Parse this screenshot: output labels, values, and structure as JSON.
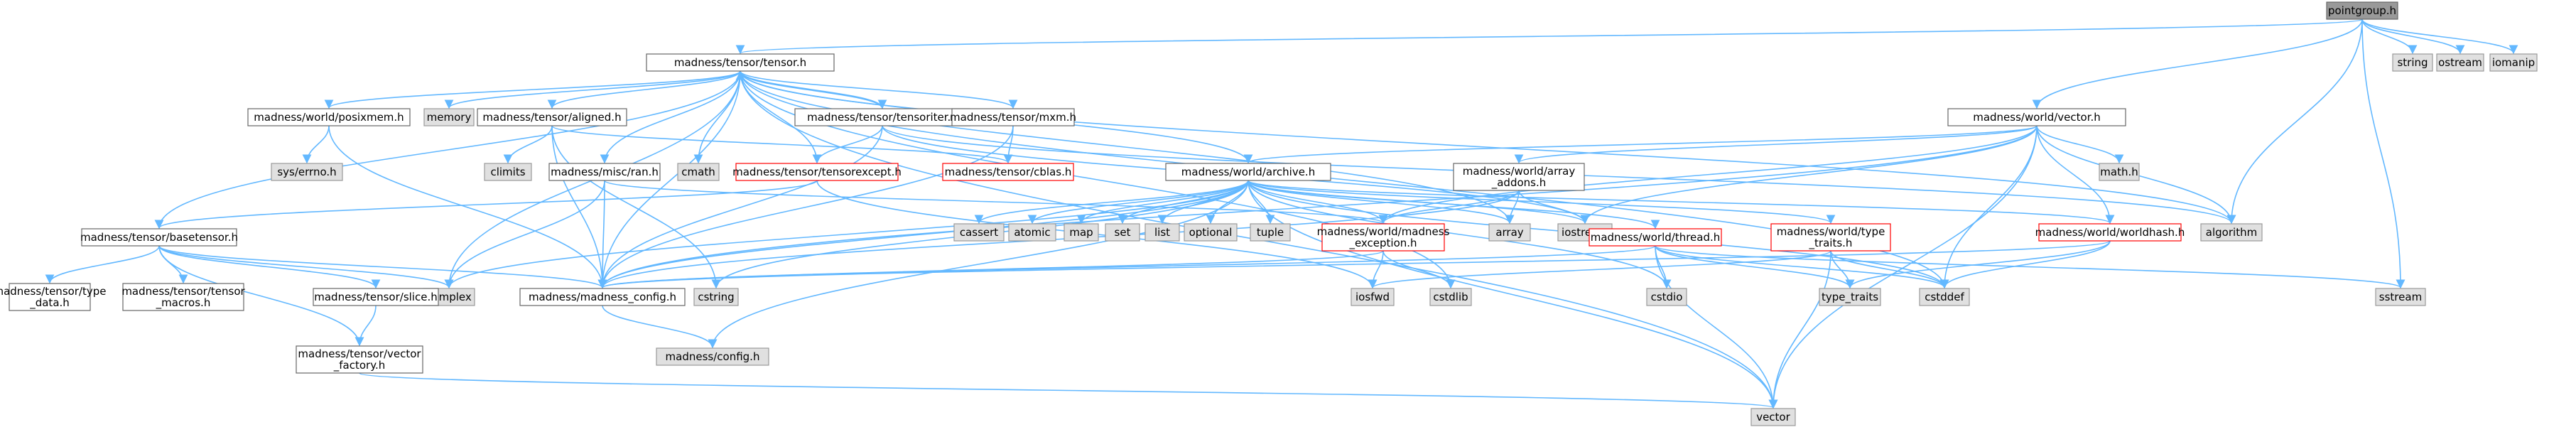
{
  "colors": {
    "root_fill": "#999999",
    "node_fill": "#ffffff",
    "node_stroke": "#666666",
    "incomplete_stroke": "#ff0000",
    "system_fill": "#e0e0e0",
    "system_stroke": "#999999",
    "edge": "#63b8ff"
  },
  "nodes": {
    "pointgroup": {
      "label": [
        "pointgroup.h"
      ],
      "kind": "root"
    },
    "string": {
      "label": [
        "string"
      ],
      "kind": "system"
    },
    "ostream": {
      "label": [
        "ostream"
      ],
      "kind": "system"
    },
    "iomanip": {
      "label": [
        "iomanip"
      ],
      "kind": "system"
    },
    "tensor": {
      "label": [
        "madness/tensor/tensor.h"
      ],
      "kind": "normal"
    },
    "vectorh": {
      "label": [
        "madness/world/vector.h"
      ],
      "kind": "normal"
    },
    "memory": {
      "label": [
        "memory"
      ],
      "kind": "system"
    },
    "posixmem": {
      "label": [
        "madness/world/posixmem.h"
      ],
      "kind": "normal"
    },
    "aligned": {
      "label": [
        "madness/tensor/aligned.h"
      ],
      "kind": "normal"
    },
    "tensoriter": {
      "label": [
        "madness/tensor/tensoriter.h"
      ],
      "kind": "normal"
    },
    "mxm": {
      "label": [
        "madness/tensor/mxm.h"
      ],
      "kind": "normal"
    },
    "syserrno": {
      "label": [
        "sys/errno.h"
      ],
      "kind": "system"
    },
    "climits": {
      "label": [
        "climits"
      ],
      "kind": "system"
    },
    "cmath": {
      "label": [
        "cmath"
      ],
      "kind": "system"
    },
    "tensorexcept": {
      "label": [
        "madness/tensor/tensorexcept.h"
      ],
      "kind": "incomplete"
    },
    "cblas": {
      "label": [
        "madness/tensor/cblas.h"
      ],
      "kind": "incomplete"
    },
    "ran": {
      "label": [
        "madness/misc/ran.h"
      ],
      "kind": "normal"
    },
    "archive": {
      "label": [
        "madness/world/archive.h"
      ],
      "kind": "normal"
    },
    "arrayaddons": {
      "label": [
        "madness/world/array",
        "_addons.h"
      ],
      "kind": "normal"
    },
    "mathh": {
      "label": [
        "math.h"
      ],
      "kind": "system"
    },
    "basetensor": {
      "label": [
        "madness/tensor/basetensor.h"
      ],
      "kind": "normal"
    },
    "cassert": {
      "label": [
        "cassert"
      ],
      "kind": "system"
    },
    "atomic": {
      "label": [
        "atomic"
      ],
      "kind": "system"
    },
    "map": {
      "label": [
        "map"
      ],
      "kind": "system"
    },
    "set": {
      "label": [
        "set"
      ],
      "kind": "system"
    },
    "list": {
      "label": [
        "list"
      ],
      "kind": "system"
    },
    "optional": {
      "label": [
        "optional"
      ],
      "kind": "system"
    },
    "tuple": {
      "label": [
        "tuple"
      ],
      "kind": "system"
    },
    "madexcept": {
      "label": [
        "madness/world/madness",
        "_exception.h"
      ],
      "kind": "incomplete"
    },
    "arrayh": {
      "label": [
        "array"
      ],
      "kind": "system"
    },
    "iostream": {
      "label": [
        "iostream"
      ],
      "kind": "system"
    },
    "typetraitsw": {
      "label": [
        "madness/world/type",
        "_traits.h"
      ],
      "kind": "incomplete"
    },
    "worldhash": {
      "label": [
        "madness/world/worldhash.h"
      ],
      "kind": "incomplete"
    },
    "algorithm": {
      "label": [
        "algorithm"
      ],
      "kind": "system"
    },
    "thread": {
      "label": [
        "madness/world/thread.h"
      ],
      "kind": "incomplete"
    },
    "typedata": {
      "label": [
        "madness/tensor/type",
        "_data.h"
      ],
      "kind": "normal"
    },
    "tensormacros": {
      "label": [
        "madness/tensor/tensor",
        "_macros.h"
      ],
      "kind": "normal"
    },
    "complex": {
      "label": [
        "complex"
      ],
      "kind": "system"
    },
    "madconfig": {
      "label": [
        "madness/madness_config.h"
      ],
      "kind": "normal"
    },
    "slice": {
      "label": [
        "madness/tensor/slice.h"
      ],
      "kind": "normal"
    },
    "cstring": {
      "label": [
        "cstring"
      ],
      "kind": "system"
    },
    "iosfwd": {
      "label": [
        "iosfwd"
      ],
      "kind": "system"
    },
    "cstdlib": {
      "label": [
        "cstdlib"
      ],
      "kind": "system"
    },
    "cstdio": {
      "label": [
        "cstdio"
      ],
      "kind": "system"
    },
    "typetraits": {
      "label": [
        "type_traits"
      ],
      "kind": "system"
    },
    "cstddef": {
      "label": [
        "cstddef"
      ],
      "kind": "system"
    },
    "sstream": {
      "label": [
        "sstream"
      ],
      "kind": "system"
    },
    "vectorfactory": {
      "label": [
        "madness/tensor/vector",
        "_factory.h"
      ],
      "kind": "normal"
    },
    "config": {
      "label": [
        "madness/config.h"
      ],
      "kind": "system"
    },
    "vector": {
      "label": [
        "vector"
      ],
      "kind": "system"
    }
  },
  "edges": [
    [
      "pointgroup",
      "string"
    ],
    [
      "pointgroup",
      "ostream"
    ],
    [
      "pointgroup",
      "iomanip"
    ],
    [
      "pointgroup",
      "tensor"
    ],
    [
      "pointgroup",
      "vectorh"
    ],
    [
      "pointgroup",
      "algorithm"
    ],
    [
      "pointgroup",
      "sstream"
    ],
    [
      "tensor",
      "memory"
    ],
    [
      "tensor",
      "posixmem"
    ],
    [
      "tensor",
      "aligned"
    ],
    [
      "tensor",
      "tensoriter"
    ],
    [
      "tensor",
      "mxm"
    ],
    [
      "tensor",
      "cmath"
    ],
    [
      "tensor",
      "tensorexcept"
    ],
    [
      "tensor",
      "ran"
    ],
    [
      "tensor",
      "archive"
    ],
    [
      "tensor",
      "basetensor"
    ],
    [
      "tensor",
      "complex"
    ],
    [
      "tensor",
      "madconfig"
    ],
    [
      "tensor",
      "arrayh"
    ],
    [
      "tensor",
      "cstdlib"
    ],
    [
      "tensor",
      "cstddef"
    ],
    [
      "tensor",
      "vector"
    ],
    [
      "tensor",
      "algorithm"
    ],
    [
      "posixmem",
      "syserrno"
    ],
    [
      "posixmem",
      "madconfig"
    ],
    [
      "aligned",
      "climits"
    ],
    [
      "aligned",
      "cblas"
    ],
    [
      "aligned",
      "madconfig"
    ],
    [
      "aligned",
      "cstring"
    ],
    [
      "tensoriter",
      "tensor"
    ],
    [
      "tensoriter",
      "tensorexcept"
    ],
    [
      "tensoriter",
      "iostream"
    ],
    [
      "tensoriter",
      "algorithm"
    ],
    [
      "tensoriter",
      "madconfig"
    ],
    [
      "mxm",
      "cblas"
    ],
    [
      "mxm",
      "madconfig"
    ],
    [
      "ran",
      "madexcept"
    ],
    [
      "ran",
      "madconfig"
    ],
    [
      "ran",
      "complex"
    ],
    [
      "tensorexcept",
      "basetensor"
    ],
    [
      "tensorexcept",
      "iosfwd"
    ],
    [
      "archive",
      "cassert"
    ],
    [
      "archive",
      "atomic"
    ],
    [
      "archive",
      "map"
    ],
    [
      "archive",
      "set"
    ],
    [
      "archive",
      "list"
    ],
    [
      "archive",
      "optional"
    ],
    [
      "archive",
      "tuple"
    ],
    [
      "archive",
      "madexcept"
    ],
    [
      "archive",
      "arrayh"
    ],
    [
      "archive",
      "iostream"
    ],
    [
      "archive",
      "typetraitsw"
    ],
    [
      "archive",
      "worldhash"
    ],
    [
      "archive",
      "thread"
    ],
    [
      "archive",
      "madconfig"
    ],
    [
      "archive",
      "complex"
    ],
    [
      "archive",
      "cstring"
    ],
    [
      "archive",
      "cstdio"
    ],
    [
      "archive",
      "cstddef"
    ],
    [
      "archive",
      "config"
    ],
    [
      "archive",
      "vector"
    ],
    [
      "vectorh",
      "archive"
    ],
    [
      "vectorh",
      "arrayaddons"
    ],
    [
      "vectorh",
      "mathh"
    ],
    [
      "vectorh",
      "iostream"
    ],
    [
      "vectorh",
      "algorithm"
    ],
    [
      "vectorh",
      "worldhash"
    ],
    [
      "vectorh",
      "madexcept"
    ],
    [
      "vectorh",
      "madconfig"
    ],
    [
      "vectorh",
      "vector"
    ],
    [
      "vectorh",
      "cstddef"
    ],
    [
      "arrayaddons",
      "arrayh"
    ],
    [
      "arrayaddons",
      "madexcept"
    ],
    [
      "arrayaddons",
      "iostream"
    ],
    [
      "arrayaddons",
      "madconfig"
    ],
    [
      "basetensor",
      "typedata"
    ],
    [
      "basetensor",
      "tensormacros"
    ],
    [
      "basetensor",
      "madconfig"
    ],
    [
      "basetensor",
      "complex"
    ],
    [
      "basetensor",
      "slice"
    ],
    [
      "basetensor",
      "vectorfactory"
    ],
    [
      "madexcept",
      "madconfig"
    ],
    [
      "madexcept",
      "iosfwd"
    ],
    [
      "madexcept",
      "cstdlib"
    ],
    [
      "typetraitsw",
      "typetraits"
    ],
    [
      "typetraitsw",
      "cstddef"
    ],
    [
      "typetraitsw",
      "vector"
    ],
    [
      "typetraitsw",
      "iosfwd"
    ],
    [
      "worldhash",
      "typetraits"
    ],
    [
      "worldhash",
      "cstddef"
    ],
    [
      "worldhash",
      "madconfig"
    ],
    [
      "thread",
      "madconfig"
    ],
    [
      "thread",
      "cstdio"
    ],
    [
      "thread",
      "typetraits"
    ],
    [
      "thread",
      "cstddef"
    ],
    [
      "thread",
      "sstream"
    ],
    [
      "thread",
      "vector"
    ],
    [
      "madconfig",
      "config"
    ],
    [
      "slice",
      "vectorfactory"
    ],
    [
      "vectorfactory",
      "vector"
    ]
  ]
}
